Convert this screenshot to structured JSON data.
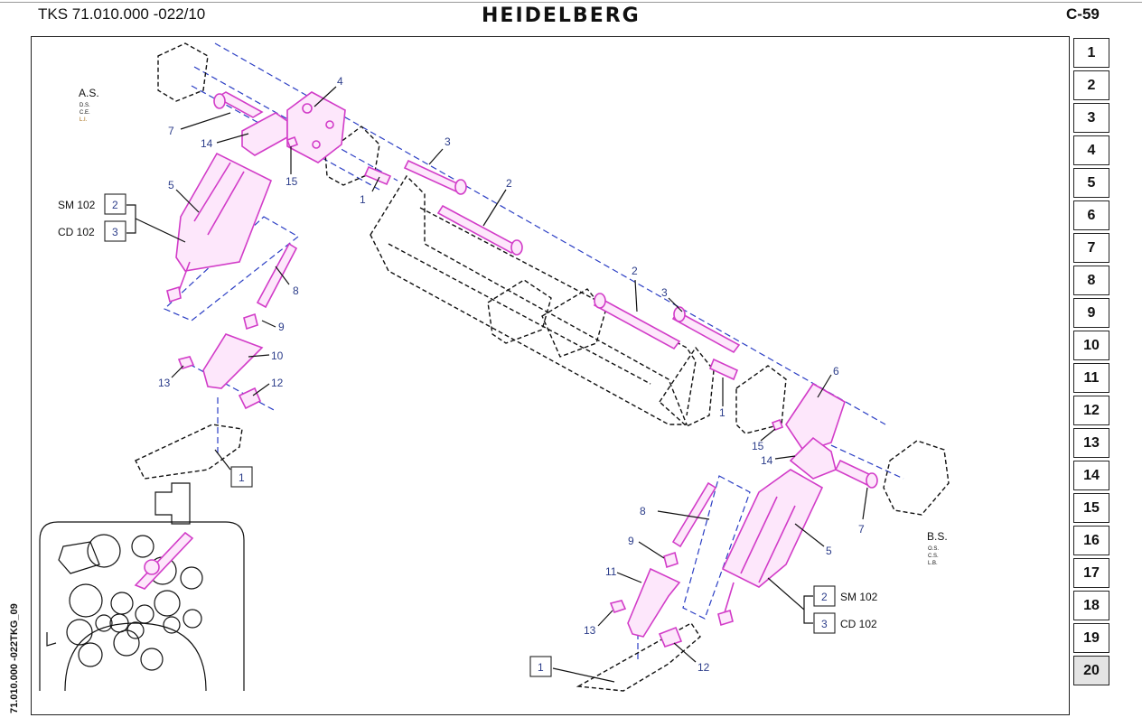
{
  "header": {
    "title": "TKS 71.010.000 -022/10",
    "logo": "HEIDELBERG",
    "page_code": "C-59"
  },
  "side_code": "71.010.000 -022TKG_09",
  "tabs": [
    "1",
    "2",
    "3",
    "4",
    "5",
    "6",
    "7",
    "8",
    "9",
    "10",
    "11",
    "12",
    "13",
    "14",
    "15",
    "16",
    "17",
    "18",
    "19",
    "20"
  ],
  "active_tab": "20",
  "sides": {
    "left": {
      "main": "A.S.",
      "sub": [
        "D.S.",
        "C.E.",
        "L.I."
      ]
    },
    "right": {
      "main": "B.S.",
      "sub": [
        "O.S.",
        "C.S.",
        "L.B."
      ]
    }
  },
  "models": {
    "left": [
      {
        "name": "SM 102",
        "ref": "2"
      },
      {
        "name": "CD 102",
        "ref": "3"
      }
    ],
    "right": [
      {
        "name": "SM 102",
        "ref": "2"
      },
      {
        "name": "CD 102",
        "ref": "3"
      }
    ]
  },
  "callouts": {
    "left": [
      "7",
      "14",
      "4",
      "15",
      "5",
      "1",
      "3",
      "2",
      "8",
      "9",
      "10",
      "13",
      "12",
      "1"
    ],
    "right": [
      "2",
      "3",
      "1",
      "6",
      "15",
      "14",
      "7",
      "5",
      "8",
      "9",
      "11",
      "13",
      "12",
      "1"
    ]
  },
  "colors": {
    "part": "#d23cc8",
    "callout": "#2c3d8a",
    "dash": "#2b3ec4"
  }
}
